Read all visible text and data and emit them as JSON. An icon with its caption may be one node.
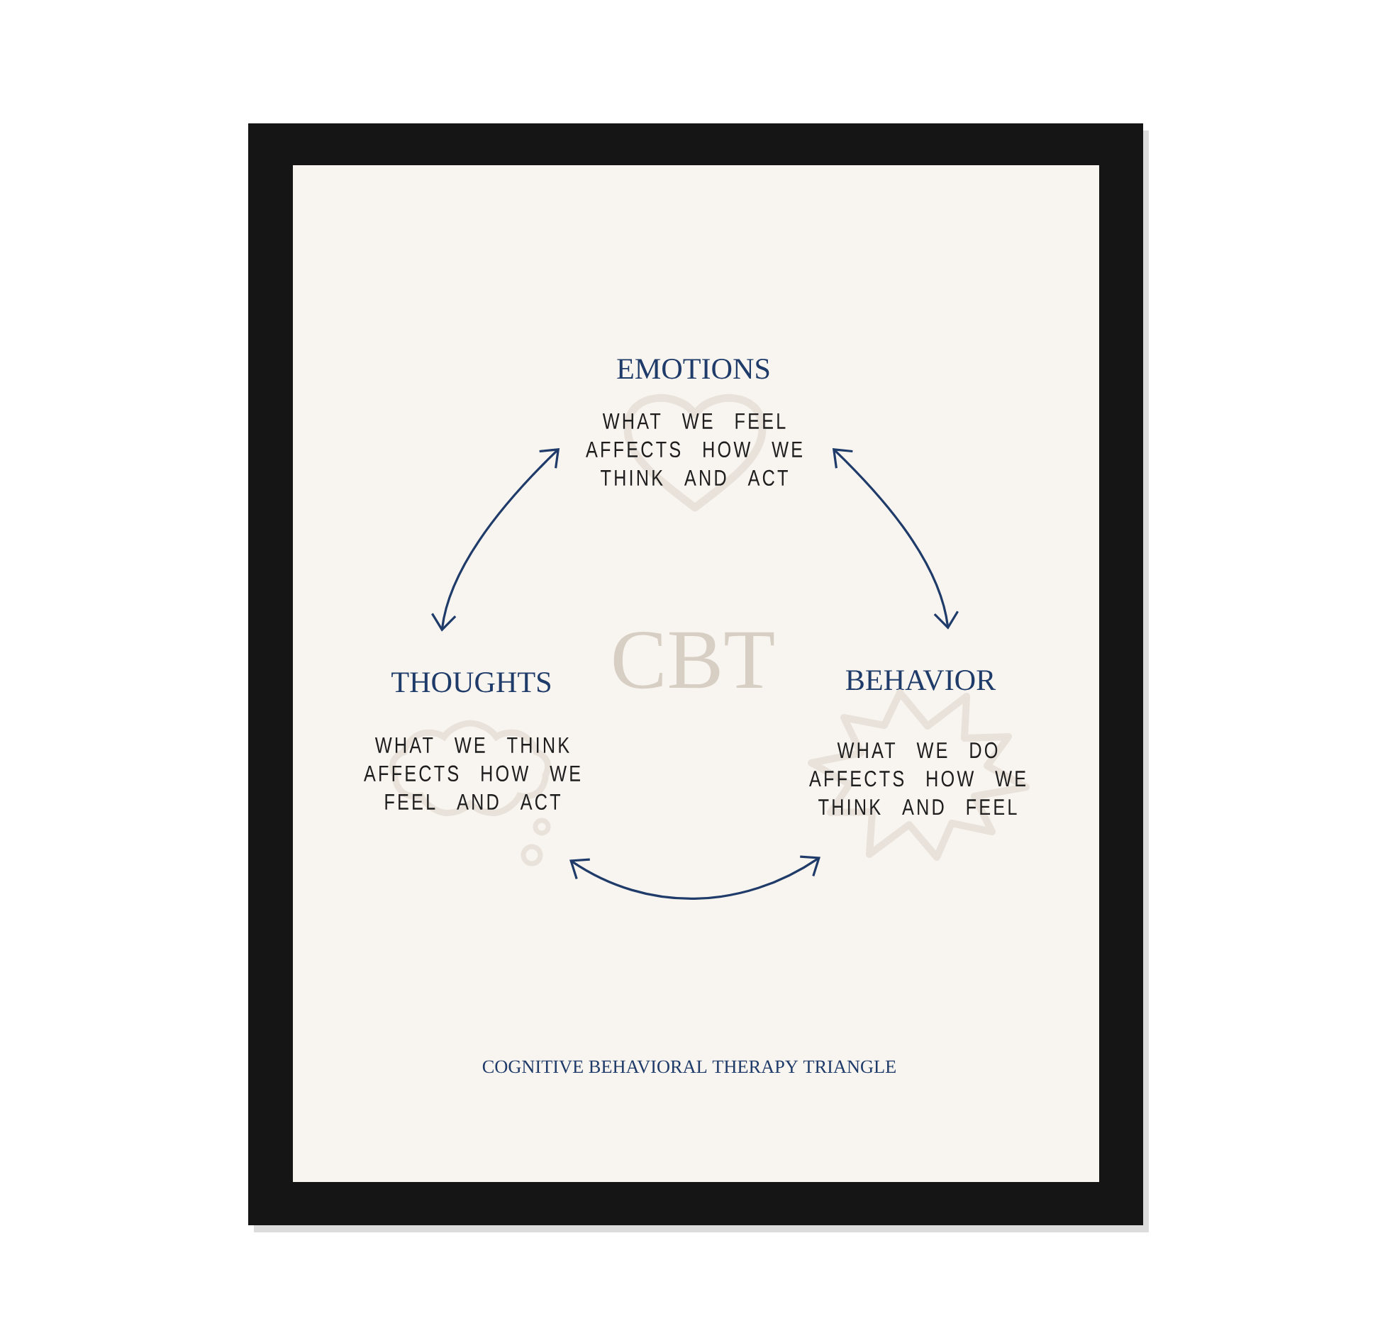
{
  "diagram": {
    "caption": "COGNITIVE BEHAVIORAL THERAPY TRIANGLE",
    "nodes": [
      {
        "text": [
          "EMOTIONS",
          "WHAT WE FEEL AFFECTS HOW WE THINK AND ACT"
        ]
      },
      {
        "text": [
          "THOUGHTS",
          "WHAT WE THINK AFFECTS HOW WE FEEL AND ACT"
        ]
      },
      {
        "text": [
          "BEHAVIOR",
          "WHAT WE DO AFFECTS HOW WE THINK AND FEEL"
        ]
      }
    ],
    "edges": [
      {
        "from": 0,
        "to": 1,
        "arrow": "both"
      },
      {
        "from": 0,
        "to": 2,
        "arrow": "both"
      },
      {
        "from": 1,
        "to": 2,
        "arrow": "both"
      }
    ],
    "labels": [
      "CBT"
    ]
  }
}
